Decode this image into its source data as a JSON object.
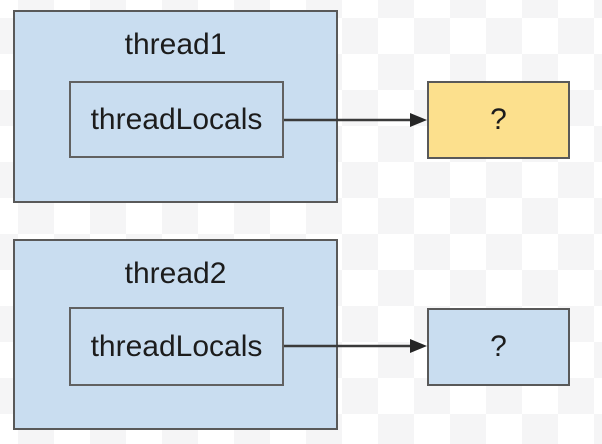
{
  "diagram": {
    "thread1": {
      "title": "thread1",
      "field_label": "threadLocals",
      "target_value": "?"
    },
    "thread2": {
      "title": "thread2",
      "field_label": "threadLocals",
      "target_value": "?"
    },
    "colors": {
      "container_fill": "#c9ddf0",
      "target_highlight_fill": "#fce08d",
      "box_border": "#595959",
      "arrow": "#3a3a3a",
      "text": "#1c1c1c",
      "background_checker_light": "#ffffff",
      "background_checker_dark": "#f5f5f6"
    }
  }
}
